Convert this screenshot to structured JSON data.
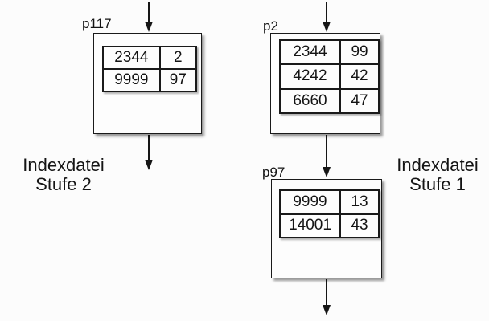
{
  "canvas": {
    "background": "#fcfcfc",
    "line_color": "#161616"
  },
  "nodes": {
    "p117": {
      "label": "p117",
      "rows": [
        [
          "2344",
          "2"
        ],
        [
          "9999",
          "97"
        ]
      ]
    },
    "p2": {
      "label": "p2",
      "rows": [
        [
          "2344",
          "99"
        ],
        [
          "4242",
          "42"
        ],
        [
          "6660",
          "47"
        ]
      ]
    },
    "p97": {
      "label": "p97",
      "rows": [
        [
          "9999",
          "13"
        ],
        [
          "14001",
          "43"
        ]
      ]
    }
  },
  "captions": {
    "left": {
      "line1": "Indexdatei",
      "line2": "Stufe 2"
    },
    "right": {
      "line1": "Indexdatei",
      "line2": "Stufe 1"
    }
  },
  "edges": [
    {
      "from": "top",
      "to": "p117"
    },
    {
      "from": "p117",
      "to": "bottom"
    },
    {
      "from": "top",
      "to": "p2"
    },
    {
      "from": "p2",
      "to": "p97"
    },
    {
      "from": "p97",
      "to": "bottom"
    }
  ]
}
